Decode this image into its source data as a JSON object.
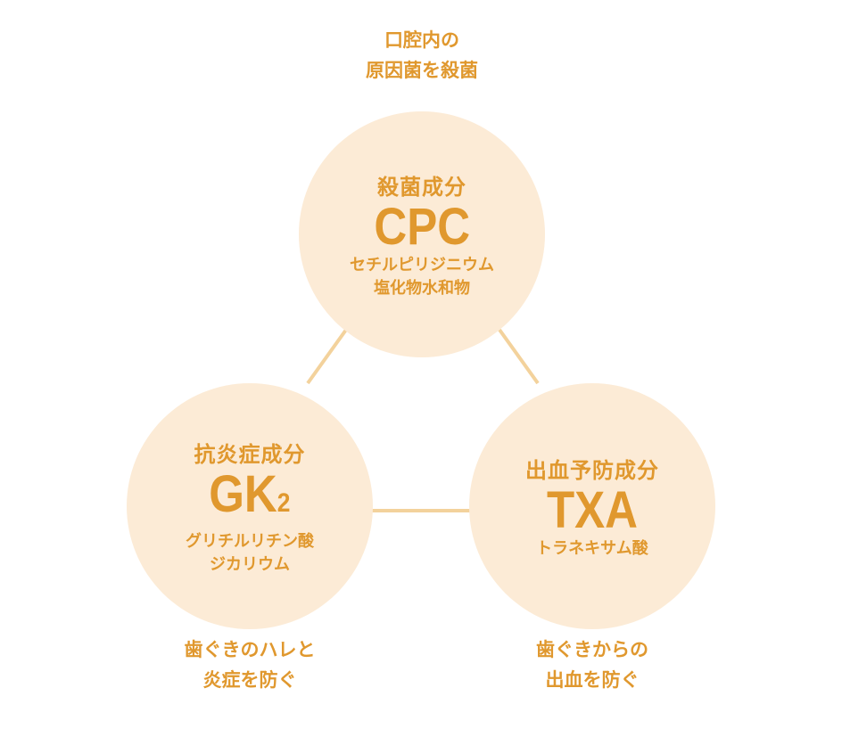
{
  "colors": {
    "text": "#e0982e",
    "circle": "#fcebd6",
    "connector": "#f3d29c"
  },
  "top": {
    "caption": [
      "口腔内の",
      "原因菌を殺菌"
    ],
    "category": "殺菌成分",
    "abbr": "CPC",
    "name": [
      "セチルピリジニウム",
      "塩化物水和物"
    ]
  },
  "left": {
    "caption": [
      "歯ぐきのハレと",
      "炎症を防ぐ"
    ],
    "category": "抗炎症成分",
    "abbr": "GK",
    "abbr_sub": "2",
    "name": [
      "グリチルリチン酸",
      "ジカリウム"
    ]
  },
  "right": {
    "caption": [
      "歯ぐきからの",
      "出血を防ぐ"
    ],
    "category": "出血予防成分",
    "abbr": "TXA",
    "name": [
      "トラネキサム酸"
    ]
  }
}
